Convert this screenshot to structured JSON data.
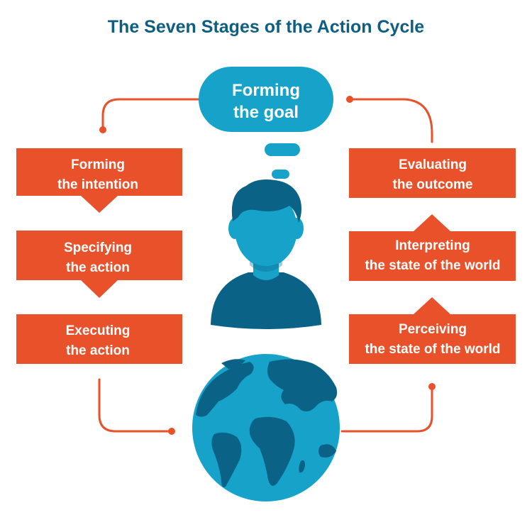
{
  "title": "The Seven Stages of the Action Cycle",
  "colors": {
    "title": "#0e5e82",
    "orange": "#e9512a",
    "light_blue": "#17a3c9",
    "dark_blue": "#0b6287",
    "white": "#ffffff"
  },
  "goal": {
    "line1": "Forming",
    "line2": "the goal"
  },
  "left_stages": [
    {
      "line1": "Forming",
      "line2": "the intention"
    },
    {
      "line1": "Specifying",
      "line2": "the action"
    },
    {
      "line1": "Executing",
      "line2": "the action"
    }
  ],
  "right_stages": [
    {
      "line1": "Evaluating",
      "line2": "the outcome"
    },
    {
      "line1": "Interpreting",
      "line2": "the state of the world"
    },
    {
      "line1": "Perceiving",
      "line2": "the state of the world"
    }
  ],
  "icons": {
    "person": "person-icon",
    "globe": "globe-icon",
    "thought": "thought-bubble-icon"
  }
}
